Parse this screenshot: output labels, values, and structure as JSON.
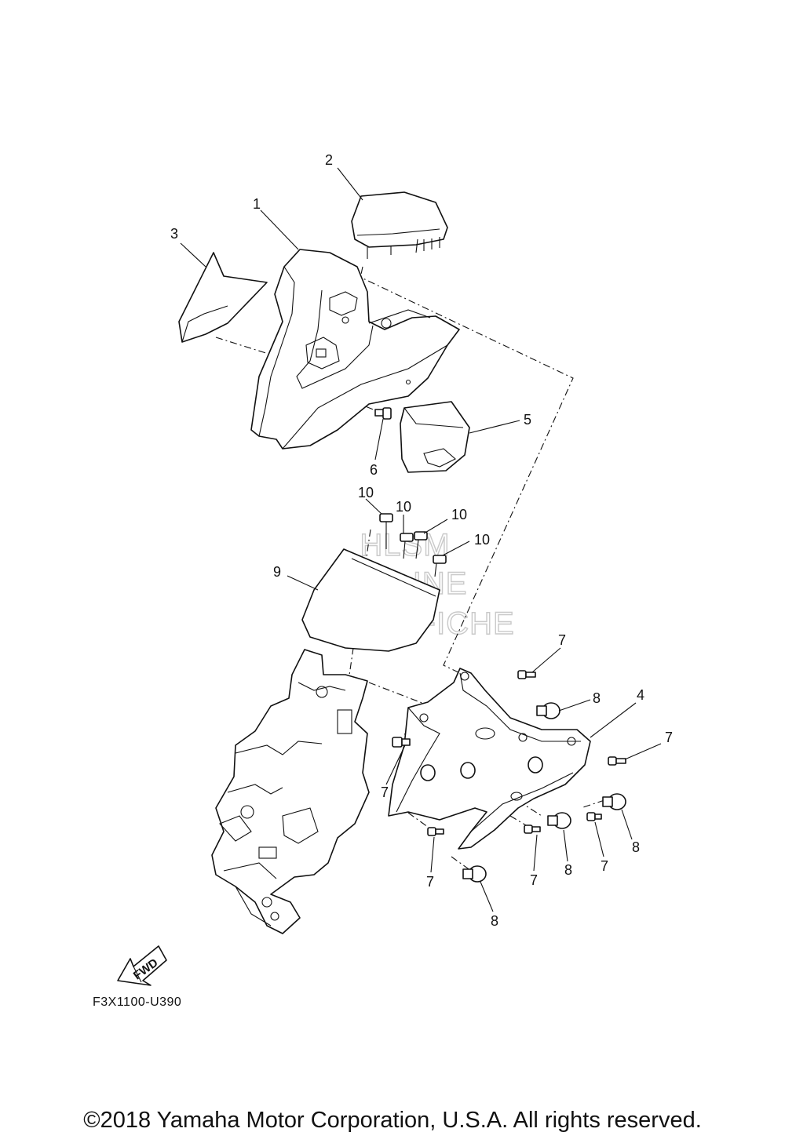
{
  "watermark": {
    "line1": "HLSM",
    "line2": "ONLINE",
    "line3": "MICROFICHE"
  },
  "callouts": [
    "1",
    "2",
    "3",
    "4",
    "5",
    "6",
    "7",
    "7",
    "7",
    "7",
    "7",
    "7",
    "8",
    "8",
    "8",
    "8",
    "9",
    "10",
    "10",
    "10",
    "10"
  ],
  "fwd_label": "FWD",
  "diagram_code": "F3X1100-U390",
  "copyright": "©2018 Yamaha Motor Corporation, U.S.A. All rights reserved."
}
